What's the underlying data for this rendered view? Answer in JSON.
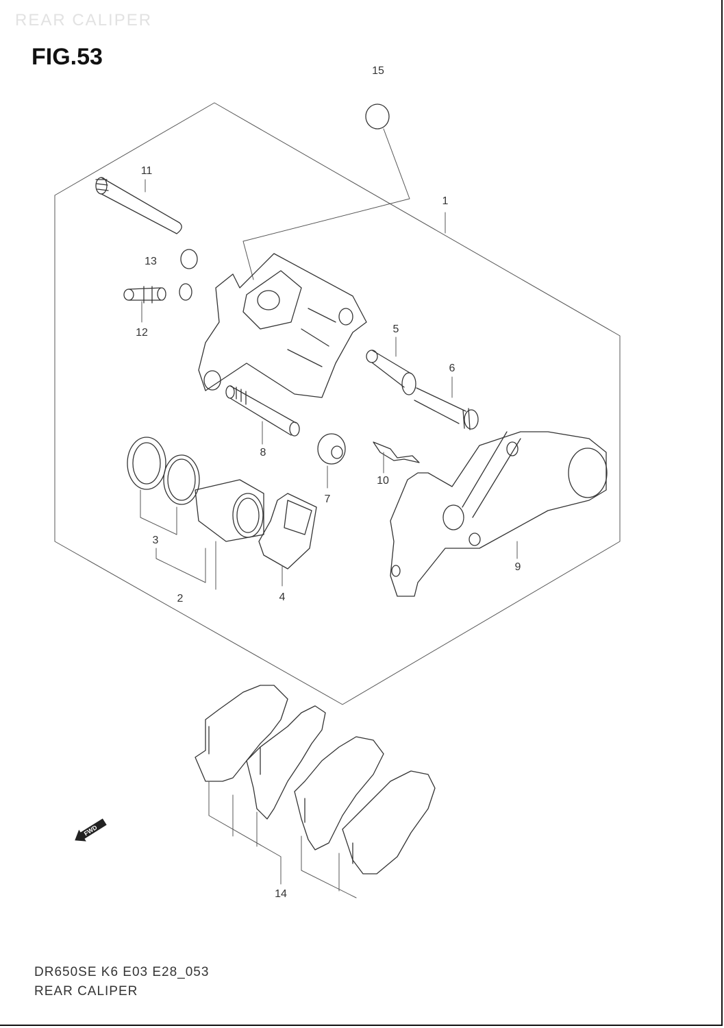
{
  "header": {
    "watermark": "REAR CALIPER",
    "figure_label": "FIG.53"
  },
  "callouts": [
    {
      "id": "1",
      "label": "1"
    },
    {
      "id": "2",
      "label": "2"
    },
    {
      "id": "3",
      "label": "3"
    },
    {
      "id": "4",
      "label": "4"
    },
    {
      "id": "5",
      "label": "5"
    },
    {
      "id": "6",
      "label": "6"
    },
    {
      "id": "7",
      "label": "7"
    },
    {
      "id": "8",
      "label": "8"
    },
    {
      "id": "9",
      "label": "9"
    },
    {
      "id": "10",
      "label": "10"
    },
    {
      "id": "11",
      "label": "11"
    },
    {
      "id": "12",
      "label": "12"
    },
    {
      "id": "13",
      "label": "13"
    },
    {
      "id": "14",
      "label": "14"
    },
    {
      "id": "15",
      "label": "15"
    }
  ],
  "fwd_marker": {
    "label": "FWD",
    "icon": "forward-arrow-icon"
  },
  "footer": {
    "code": "DR650SE K6 E03 E28_053",
    "title": "REAR CALIPER"
  },
  "colors": {
    "line": "#333333",
    "background": "#ffffff"
  }
}
